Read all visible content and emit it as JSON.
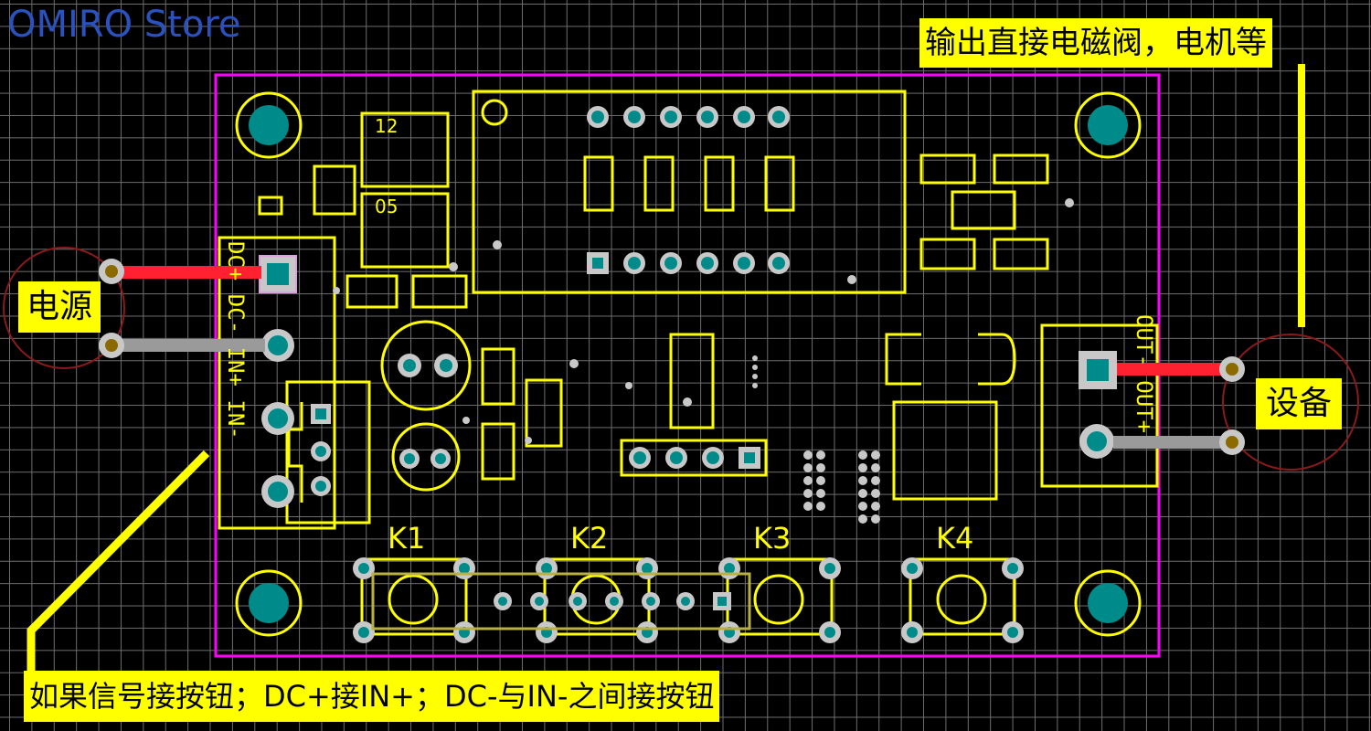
{
  "watermark": "OMIRO Store",
  "notes": {
    "output": "输出直接电磁阀，电机等",
    "button_hint": "如果信号接按钮；DC+接IN+；DC-与IN-之间接按钮"
  },
  "labels": {
    "power": "电源",
    "device": "设备"
  },
  "components": {
    "k1": "K1",
    "k2": "K2",
    "k3": "K3",
    "k4": "K4",
    "ic12": "12",
    "ic05": "05",
    "in_terminal": "DC+ DC- IN+ IN-",
    "out_terminal": "OUT- OUT+"
  },
  "colors": {
    "board_outline": "#ff00ff",
    "silkscreen": "#ffff00",
    "pad_via": "#008b8b",
    "wire_positive": "#ff2030",
    "wire_negative": "#9a9a9a",
    "circle_marker": "#8b1a1a"
  }
}
